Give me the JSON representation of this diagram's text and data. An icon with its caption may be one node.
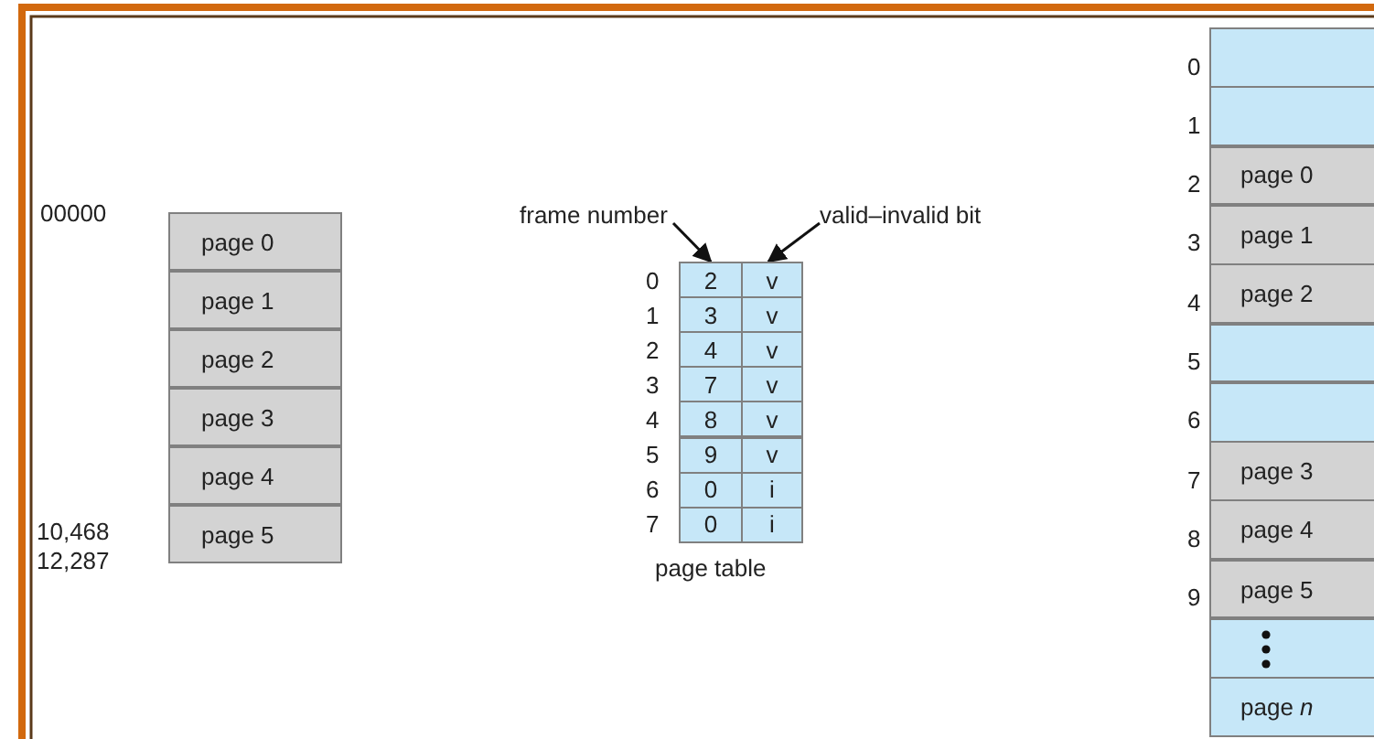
{
  "diagram": {
    "nodes": [
      {
        "text": [
          "page 0"
        ]
      },
      {
        "text": [
          "page 1"
        ]
      },
      {
        "text": [
          "page 2"
        ]
      },
      {
        "text": [
          "page 3"
        ]
      },
      {
        "text": [
          "page 4"
        ]
      },
      {
        "text": [
          "page 5"
        ]
      },
      {
        "text": [
          "frame number"
        ]
      },
      {
        "text": [
          "valid–invalid bit"
        ]
      },
      {
        "text": [
          "page table"
        ]
      },
      {
        "text": [
          "2"
        ],
        "in": 8
      },
      {
        "text": [
          "v"
        ],
        "in": 8
      },
      {
        "text": [
          "3"
        ],
        "in": 8
      },
      {
        "text": [
          "v"
        ],
        "in": 8
      },
      {
        "text": [
          "4"
        ],
        "in": 8
      },
      {
        "text": [
          "v"
        ],
        "in": 8
      },
      {
        "text": [
          "7"
        ],
        "in": 8
      },
      {
        "text": [
          "v"
        ],
        "in": 8
      },
      {
        "text": [
          "8"
        ],
        "in": 8
      },
      {
        "text": [
          "v"
        ],
        "in": 8
      },
      {
        "text": [
          "9"
        ],
        "in": 8
      },
      {
        "text": [
          "v"
        ],
        "in": 8
      },
      {
        "text": [
          "0"
        ],
        "in": 8
      },
      {
        "text": [
          "i"
        ],
        "in": 8
      },
      {
        "text": [
          "0"
        ],
        "in": 8
      },
      {
        "text": [
          "i"
        ],
        "in": 8
      },
      {
        "text": [],
        "shape": "box"
      },
      {
        "text": [],
        "shape": "box"
      },
      {
        "text": [
          "page 0"
        ]
      },
      {
        "text": [
          "page 1"
        ]
      },
      {
        "text": [
          "page 2"
        ]
      },
      {
        "text": [],
        "shape": "box"
      },
      {
        "text": [],
        "shape": "box"
      },
      {
        "text": [
          "page 3"
        ]
      },
      {
        "text": [
          "page 4"
        ]
      },
      {
        "text": [
          "page 5"
        ]
      },
      {
        "text": [],
        "shape": "box"
      },
      {
        "text": [
          "page *n*"
        ]
      }
    ],
    "edges": [
      {
        "from": 6,
        "to": 9,
        "arrow": "to"
      },
      {
        "from": 7,
        "to": 10,
        "arrow": "to"
      }
    ],
    "labels": [
      "0",
      "00000",
      "1",
      "2",
      "3",
      "0",
      "4",
      "1",
      "5",
      "2",
      "6",
      "3",
      "7",
      "4",
      "10,468",
      "5",
      "12,287",
      "6",
      "7",
      "8",
      "9"
    ]
  }
}
